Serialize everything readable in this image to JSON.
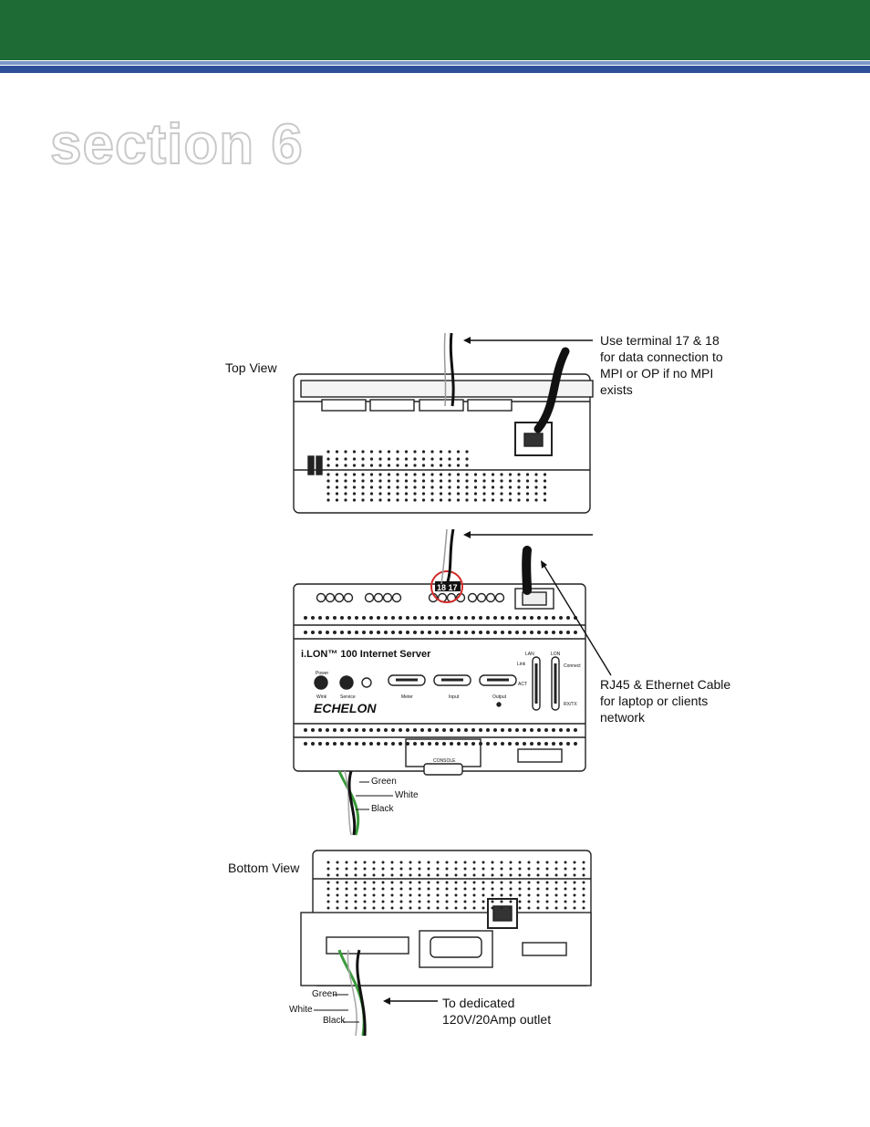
{
  "header": {
    "band_color": "#1f6b36",
    "line_color": "#2f4f9a"
  },
  "page": {
    "section_title": "section 6"
  },
  "figure": {
    "top_view_label": "Top View",
    "bottom_view_label": "Bottom View",
    "callout_terminal": [
      "Use terminal 17 & 18",
      "for data connection to",
      "MPI or OP if no MPI",
      "exists"
    ],
    "callout_rj45": [
      "RJ45 & Ethernet Cable",
      "for laptop or clients",
      "network"
    ],
    "callout_outlet": [
      "To dedicated",
      "120V/20Amp outlet"
    ],
    "wire_labels_front": {
      "green": "Green",
      "white": "White",
      "black": "Black"
    },
    "wire_labels_bottom": {
      "green": "Green",
      "white": "White",
      "black": "Black"
    },
    "device": {
      "product_name": "i.LON™ 100 Internet Server",
      "brand": "ECHELON",
      "terminal_badge": "18 17",
      "power_label": "Power",
      "wink_label": "Wink",
      "service_label": "Service",
      "meter_label": "Meter",
      "input_label": "Input",
      "output_label": "Output",
      "console_label": "CONSOLE",
      "lan_label": "LAN",
      "lon_label": "LON",
      "connect_label": "Connect",
      "rx_tx_label": "RX/TX",
      "act_label": "ACT",
      "link_label": "Link"
    }
  }
}
